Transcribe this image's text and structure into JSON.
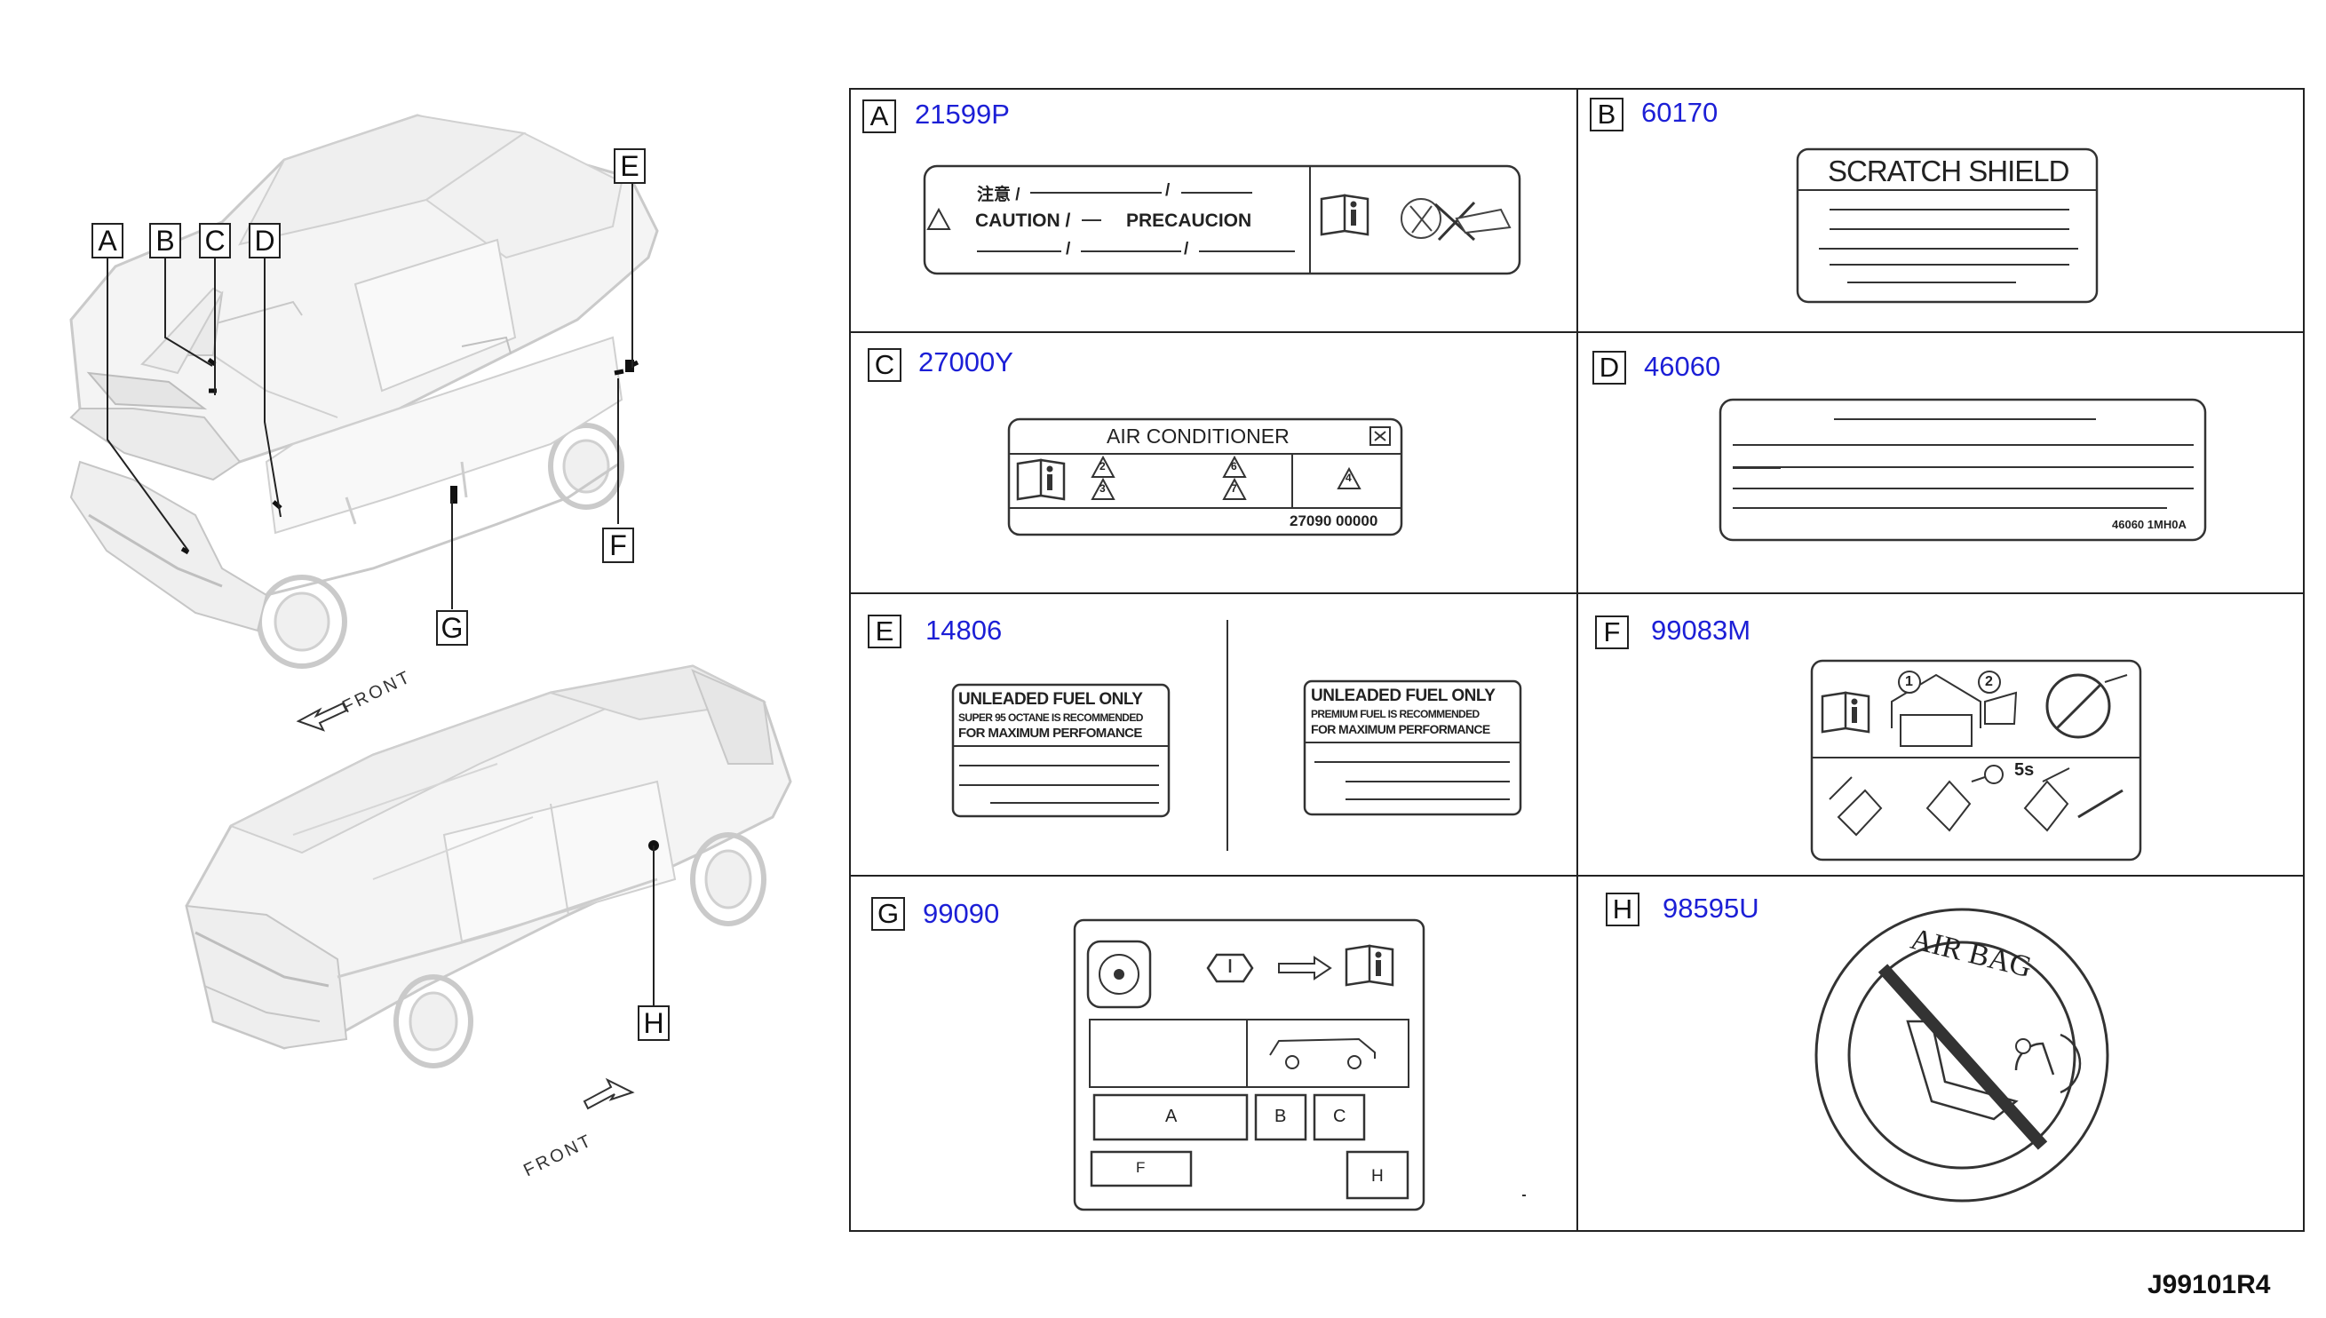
{
  "vehicle_callouts": [
    "A",
    "B",
    "C",
    "D",
    "E",
    "F",
    "G",
    "H"
  ],
  "front_label": "FRONT",
  "diagram_code": "J99101R4",
  "labels": [
    {
      "letter": "A",
      "part_no": "21599P",
      "lines": [
        "注意 /",
        "/",
        "CAUTION /",
        "PRECAUCION",
        "/",
        "/"
      ]
    },
    {
      "letter": "B",
      "part_no": "60170",
      "title": "SCRATCH SHIELD"
    },
    {
      "letter": "C",
      "part_no": "27000Y",
      "title": "AIR CONDITIONER",
      "numbers": [
        "2",
        "3",
        "6",
        "7",
        "4"
      ],
      "part_code": "27090 00000"
    },
    {
      "letter": "D",
      "part_no": "46060",
      "part_code": "46060 1MH0A"
    },
    {
      "letter": "E",
      "part_no": "14806",
      "left": {
        "title": "UNLEADED FUEL ONLY",
        "sub": "SUPER 95 OCTANE IS RECOMMENDED",
        "line3": "FOR MAXIMUM PERFOMANCE"
      },
      "right": {
        "title": "UNLEADED FUEL ONLY",
        "sub": "PREMIUM FUEL IS RECOMMENDED",
        "line3": "FOR MAXIMUM PERFORMANCE"
      }
    },
    {
      "letter": "F",
      "part_no": "99083M",
      "steps": [
        "1",
        "2"
      ],
      "timer": "5s"
    },
    {
      "letter": "G",
      "part_no": "99090",
      "boxes": [
        "A",
        "B",
        "C",
        "F",
        "H"
      ]
    },
    {
      "letter": "H",
      "part_no": "98595U",
      "text": "AIR BAG"
    }
  ]
}
